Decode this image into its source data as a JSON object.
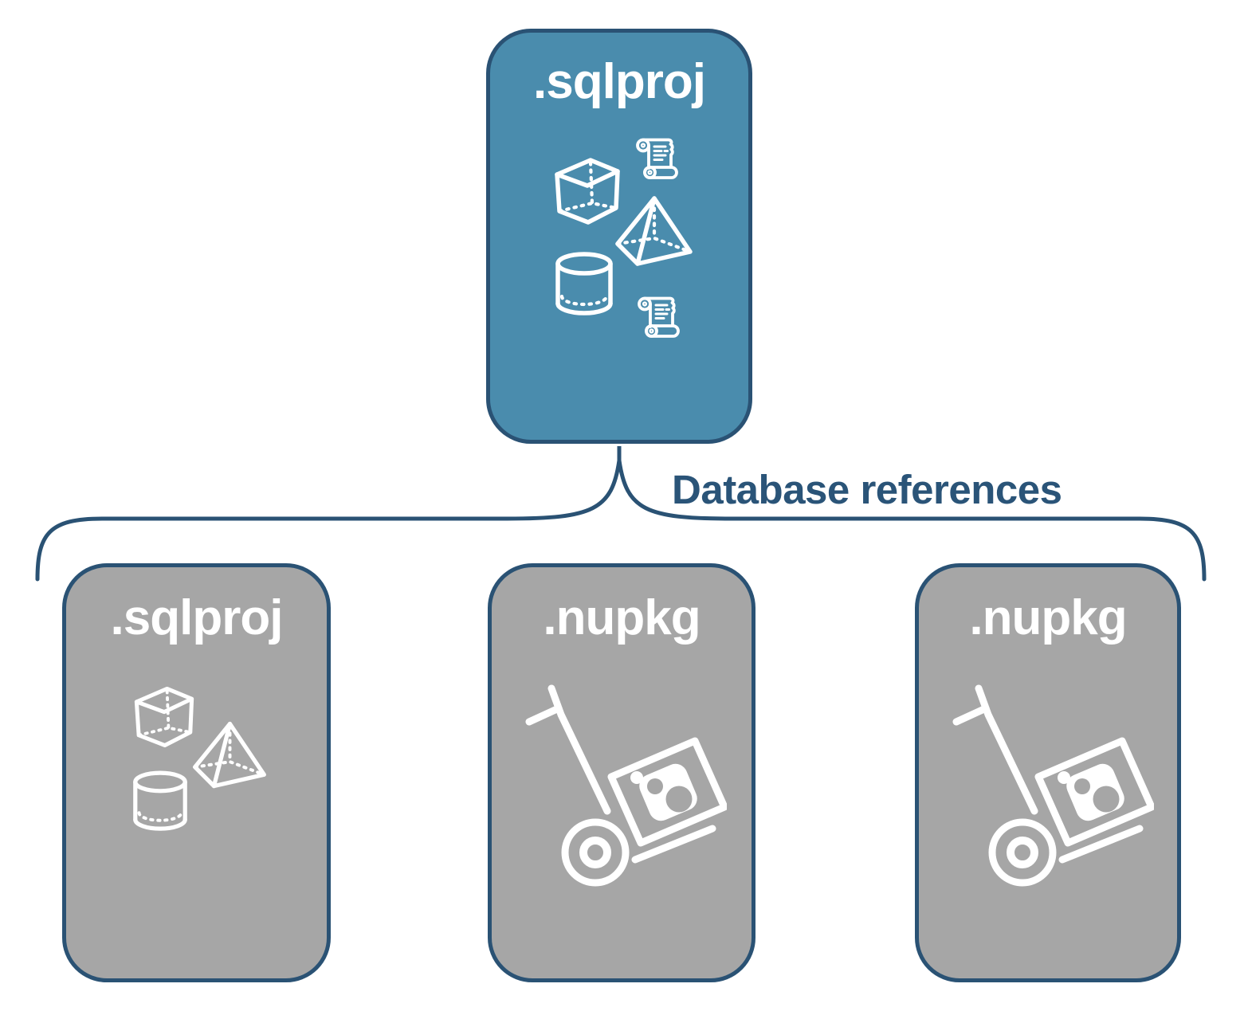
{
  "diagram": {
    "background": "#ffffff",
    "connector": {
      "label": "Database references",
      "line_color": "#2a5274",
      "label_color": "#2a5478"
    },
    "top_node": {
      "label": ".sqlproj",
      "fill": "#4a8cad",
      "border": "#2a5274",
      "text_color": "#ffffff",
      "icons": [
        "script-scroll-icon",
        "cube-icon",
        "pyramid-icon",
        "cylinder-icon",
        "script-scroll-icon"
      ]
    },
    "child_nodes": [
      {
        "label": ".sqlproj",
        "fill": "#a6a6a6",
        "border": "#2a5274",
        "text_color": "#ffffff",
        "icons": [
          "cube-icon",
          "pyramid-icon",
          "cylinder-icon"
        ]
      },
      {
        "label": ".nupkg",
        "fill": "#a6a6a6",
        "border": "#2a5274",
        "text_color": "#ffffff",
        "icons": [
          "package-handtruck-icon"
        ]
      },
      {
        "label": ".nupkg",
        "fill": "#a6a6a6",
        "border": "#2a5274",
        "text_color": "#ffffff",
        "icons": [
          "package-handtruck-icon"
        ]
      }
    ]
  }
}
